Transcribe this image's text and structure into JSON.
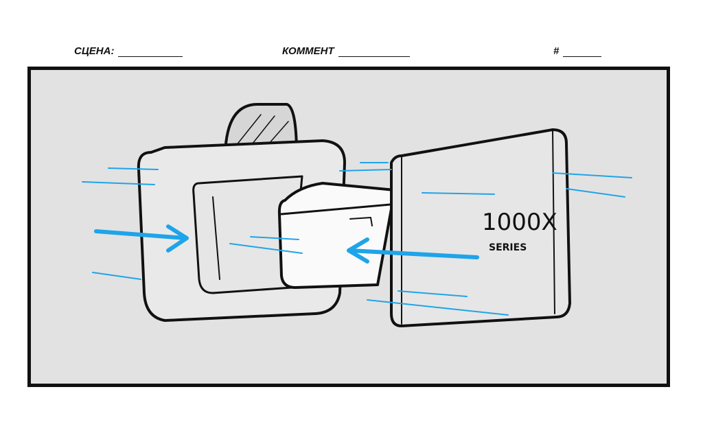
{
  "header": {
    "scene_label": "СЦЕНА:",
    "comment_label": "КОММЕНТ",
    "number_label": "#"
  },
  "sketch": {
    "product_label": "1000X",
    "product_sublabel": "SERIES"
  },
  "colors": {
    "motion_lines": "#1ea4e9",
    "panel_fill": "#e2e2e2",
    "ink": "#111111"
  }
}
